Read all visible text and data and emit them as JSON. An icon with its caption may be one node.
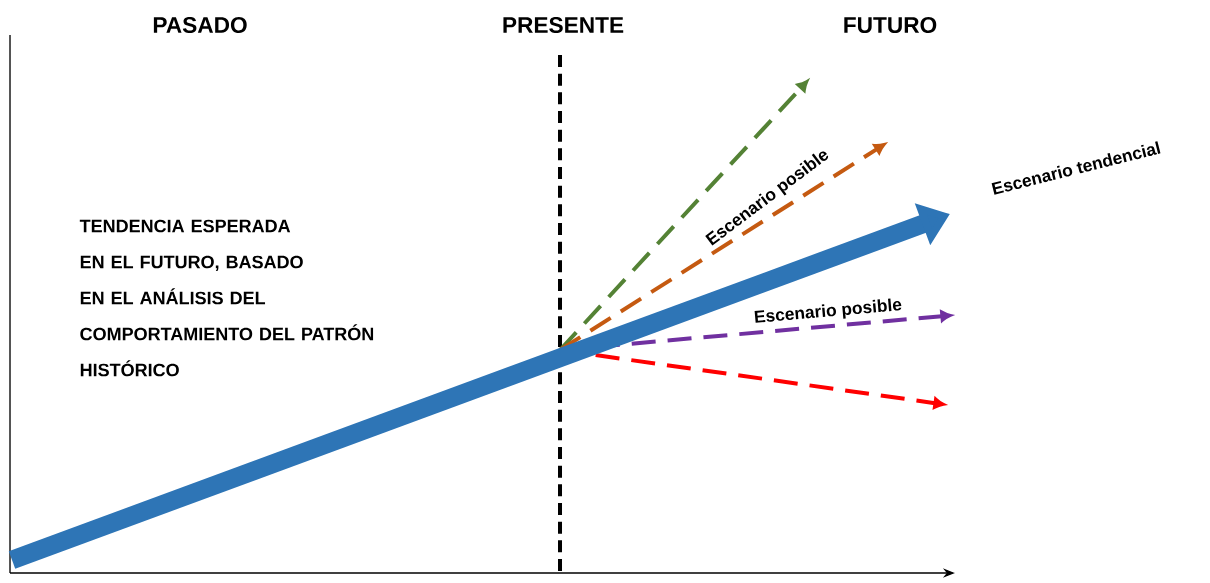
{
  "diagram": {
    "labels": [
      "PASADO",
      "PRESENTE",
      "FUTURO",
      "TENDENCIA ESPERADA EN EL FUTURO, BASADO EN EL ANÁLISIS DEL COMPORTAMIENTO DEL PATRÓN HISTÓRICO",
      "Escenario posible",
      "Escenario tendencial",
      "Escenario posible"
    ]
  }
}
